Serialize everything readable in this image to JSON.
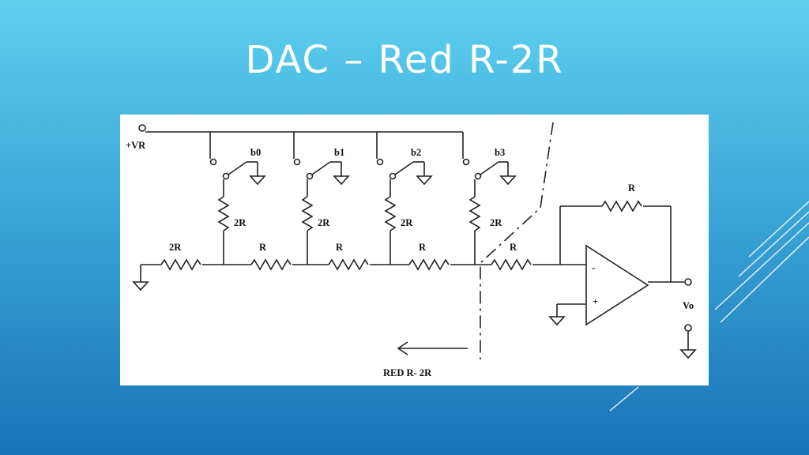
{
  "title": "DAC  –  Red R-2R",
  "diagram": {
    "supply_label": "+VR",
    "switch_labels": [
      "b0",
      "b1",
      "b2",
      "b3"
    ],
    "leg_resistor_label": "2R",
    "termination_resistor_label": "2R",
    "series_resistor_label": "R",
    "feedback_resistor_label": "R",
    "opamp_inverting": "-",
    "opamp_noninverting": "+",
    "output_label": "Vo",
    "network_label": "RED R- 2R"
  }
}
